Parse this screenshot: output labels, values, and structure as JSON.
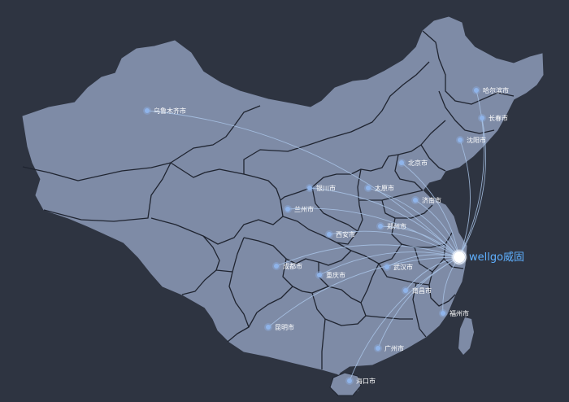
{
  "map": {
    "hub": {
      "label": "wellgo威固"
    },
    "cities": [
      {
        "id": "urumqi",
        "label": "乌鲁木齐市"
      },
      {
        "id": "harbin",
        "label": "哈尔滨市"
      },
      {
        "id": "changchun",
        "label": "长春市"
      },
      {
        "id": "shenyang",
        "label": "沈阳市"
      },
      {
        "id": "beijing",
        "label": "北京市"
      },
      {
        "id": "yinchuan",
        "label": "银川市"
      },
      {
        "id": "taiyuan",
        "label": "太原市"
      },
      {
        "id": "jinan",
        "label": "济南市"
      },
      {
        "id": "lanzhou",
        "label": "兰州市"
      },
      {
        "id": "zhengzhou",
        "label": "郑州市"
      },
      {
        "id": "xian",
        "label": "西安市"
      },
      {
        "id": "chengdu",
        "label": "成都市"
      },
      {
        "id": "wuhan",
        "label": "武汉市"
      },
      {
        "id": "chongqing",
        "label": "重庆市"
      },
      {
        "id": "nanchang",
        "label": "南昌市"
      },
      {
        "id": "fuzhou",
        "label": "福州市"
      },
      {
        "id": "kunming",
        "label": "昆明市"
      },
      {
        "id": "guangzhou",
        "label": "广州市"
      },
      {
        "id": "haikou",
        "label": "海口市"
      }
    ],
    "colors": {
      "background": "#2e3441",
      "land": "#7e8ba6",
      "border": "#1f2430",
      "route": "#a9c4e8",
      "city_dot": "#8fb4ea",
      "hub_label": "#5fb0ff"
    }
  }
}
